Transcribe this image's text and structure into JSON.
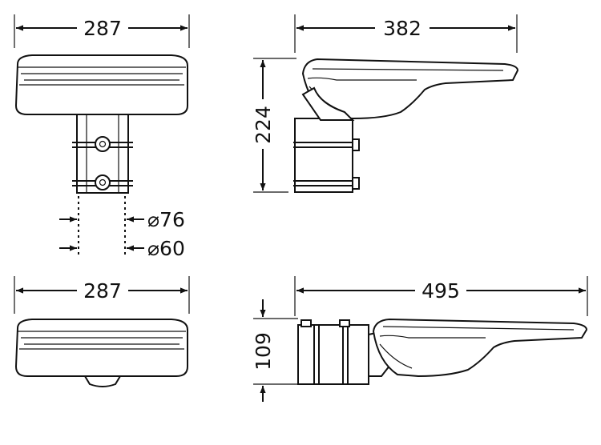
{
  "dimensions": {
    "front_top_width": "287",
    "side_top_width": "382",
    "side_top_height": "224",
    "diameter_outer": "⌀76",
    "diameter_inner": "⌀60",
    "front_bottom_width": "287",
    "side_bottom_width": "495",
    "side_bottom_height": "109"
  },
  "colors": {
    "line": "#111111",
    "background": "#ffffff"
  }
}
